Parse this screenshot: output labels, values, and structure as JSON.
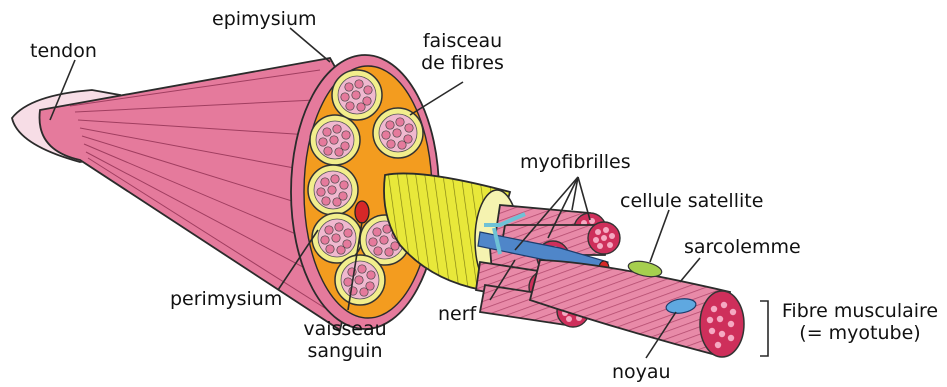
{
  "labels": {
    "tendon": "tendon",
    "epimysium": "epimysium",
    "fascicle_line1": "faisceau",
    "fascicle_line2": "de fibres",
    "myofibrils": "myofibrilles",
    "satellite_cell": "cellule satellite",
    "sarcolemma": "sarcolemme",
    "perimysium": "perimysium",
    "nerve": "nerf",
    "vessel_line1": "vaisseau",
    "vessel_line2": "sanguin",
    "nucleus": "noyau",
    "fiber_line1": "Fibre musculaire",
    "fiber_line2": "(= myotube)"
  },
  "colors": {
    "muscle_pink": "#e57a9c",
    "tendon": "#f7dde6",
    "epimysium_orange": "#f39c1f",
    "fascicle_yellow": "#f2ee8c",
    "nerve_yellow": "#e8e83a",
    "myofibril_red": "#cf2a55",
    "vessel_red": "#d62828",
    "satellite_green": "#a6cf4e",
    "nucleus_blue": "#5fa8e0"
  }
}
